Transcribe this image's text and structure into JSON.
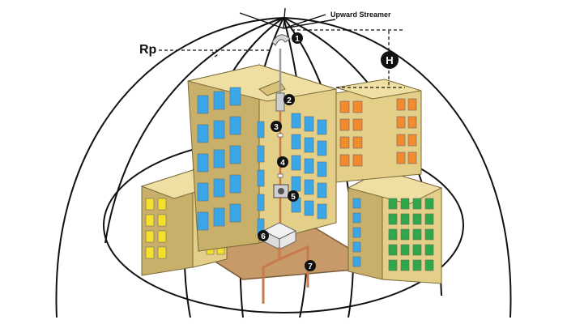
{
  "labels": {
    "upward_streamer": "Upward Streamer",
    "rp": "Rp",
    "h": "H"
  },
  "callouts": [
    "1",
    "2",
    "3",
    "4",
    "5",
    "6",
    "7"
  ],
  "colors": {
    "outline": "#111111",
    "wall": "#e3cf87",
    "wall_shadow": "#c8b06a",
    "roof": "#efdfa3",
    "window_blue": "#3aa8e8",
    "window_orange": "#f28a2e",
    "window_yellow": "#f7e02a",
    "window_green": "#2fa84a",
    "ground": "#c79a6a",
    "copper": "#c77a4a"
  }
}
